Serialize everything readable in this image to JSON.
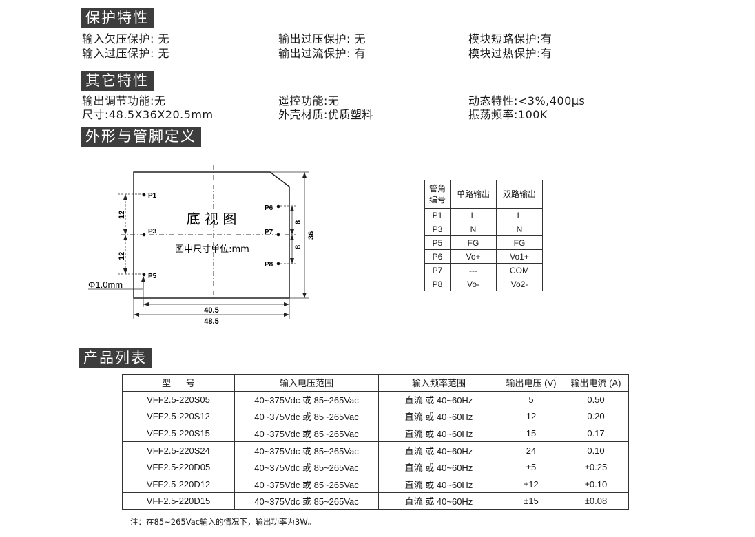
{
  "sections": {
    "protection": "保护特性",
    "other": "其它特性",
    "outline": "外形与管脚定义",
    "products": "产品列表"
  },
  "protection": {
    "r1": [
      "输入欠压保护: 无",
      "输出过压保护: 无",
      "模块短路保护:有"
    ],
    "r2": [
      "输入过压保护: 无",
      "输出过流保护: 有",
      "模块过热保护:有"
    ]
  },
  "other": {
    "r1": [
      "输出调节功能:无",
      "遥控功能:无",
      "动态特性:<3%,400μs"
    ],
    "r2": [
      "尺寸:48.5X36X20.5mm",
      "外壳材质:优质塑料",
      "振荡频率:100K"
    ]
  },
  "drawing": {
    "title": "底 视 图",
    "unit_note": "图中尺寸单位:mm",
    "pins": [
      "P1",
      "P3",
      "P5",
      "P6",
      "P7",
      "P8"
    ],
    "dims": {
      "d12a": "12",
      "d12b": "12",
      "d8a": "8",
      "d8b": "8",
      "d36": "36",
      "d405": "40.5",
      "d485": "48.5",
      "phi": "Φ1.0mm"
    }
  },
  "pin_table": {
    "headers": [
      "管角\n编号",
      "单路输出",
      "双路输出"
    ],
    "rows": [
      [
        "P1",
        "L",
        "L"
      ],
      [
        "P3",
        "N",
        "N"
      ],
      [
        "P5",
        "FG",
        "FG"
      ],
      [
        "P6",
        "Vo+",
        "Vo1+"
      ],
      [
        "P7",
        "---",
        "COM"
      ],
      [
        "P8",
        "Vo-",
        "Vo2-"
      ]
    ]
  },
  "product_table": {
    "headers": [
      "型      号",
      "输入电压范围",
      "输入频率范围",
      "输出电压 (V)",
      "输出电流 (A)"
    ],
    "rows": [
      [
        "VFF2.5-220S05",
        "40~375Vdc 或 85~265Vac",
        "直流 或 40~60Hz",
        "5",
        "0.50"
      ],
      [
        "VFF2.5-220S12",
        "40~375Vdc 或 85~265Vac",
        "直流 或 40~60Hz",
        "12",
        "0.20"
      ],
      [
        "VFF2.5-220S15",
        "40~375Vdc 或 85~265Vac",
        "直流 或 40~60Hz",
        "15",
        "0.17"
      ],
      [
        "VFF2.5-220S24",
        "40~375Vdc 或 85~265Vac",
        "直流 或 40~60Hz",
        "24",
        "0.10"
      ],
      [
        "VFF2.5-220D05",
        "40~375Vdc 或 85~265Vac",
        "直流 或 40~60Hz",
        "±5",
        "±0.25"
      ],
      [
        "VFF2.5-220D12",
        "40~375Vdc 或 85~265Vac",
        "直流 或 40~60Hz",
        "±12",
        "±0.10"
      ],
      [
        "VFF2.5-220D15",
        "40~375Vdc 或 85~265Vac",
        "直流 或 40~60Hz",
        "±15",
        "±0.08"
      ]
    ]
  },
  "note": "注：在85~265Vac输入的情况下，输出功率为3W。"
}
